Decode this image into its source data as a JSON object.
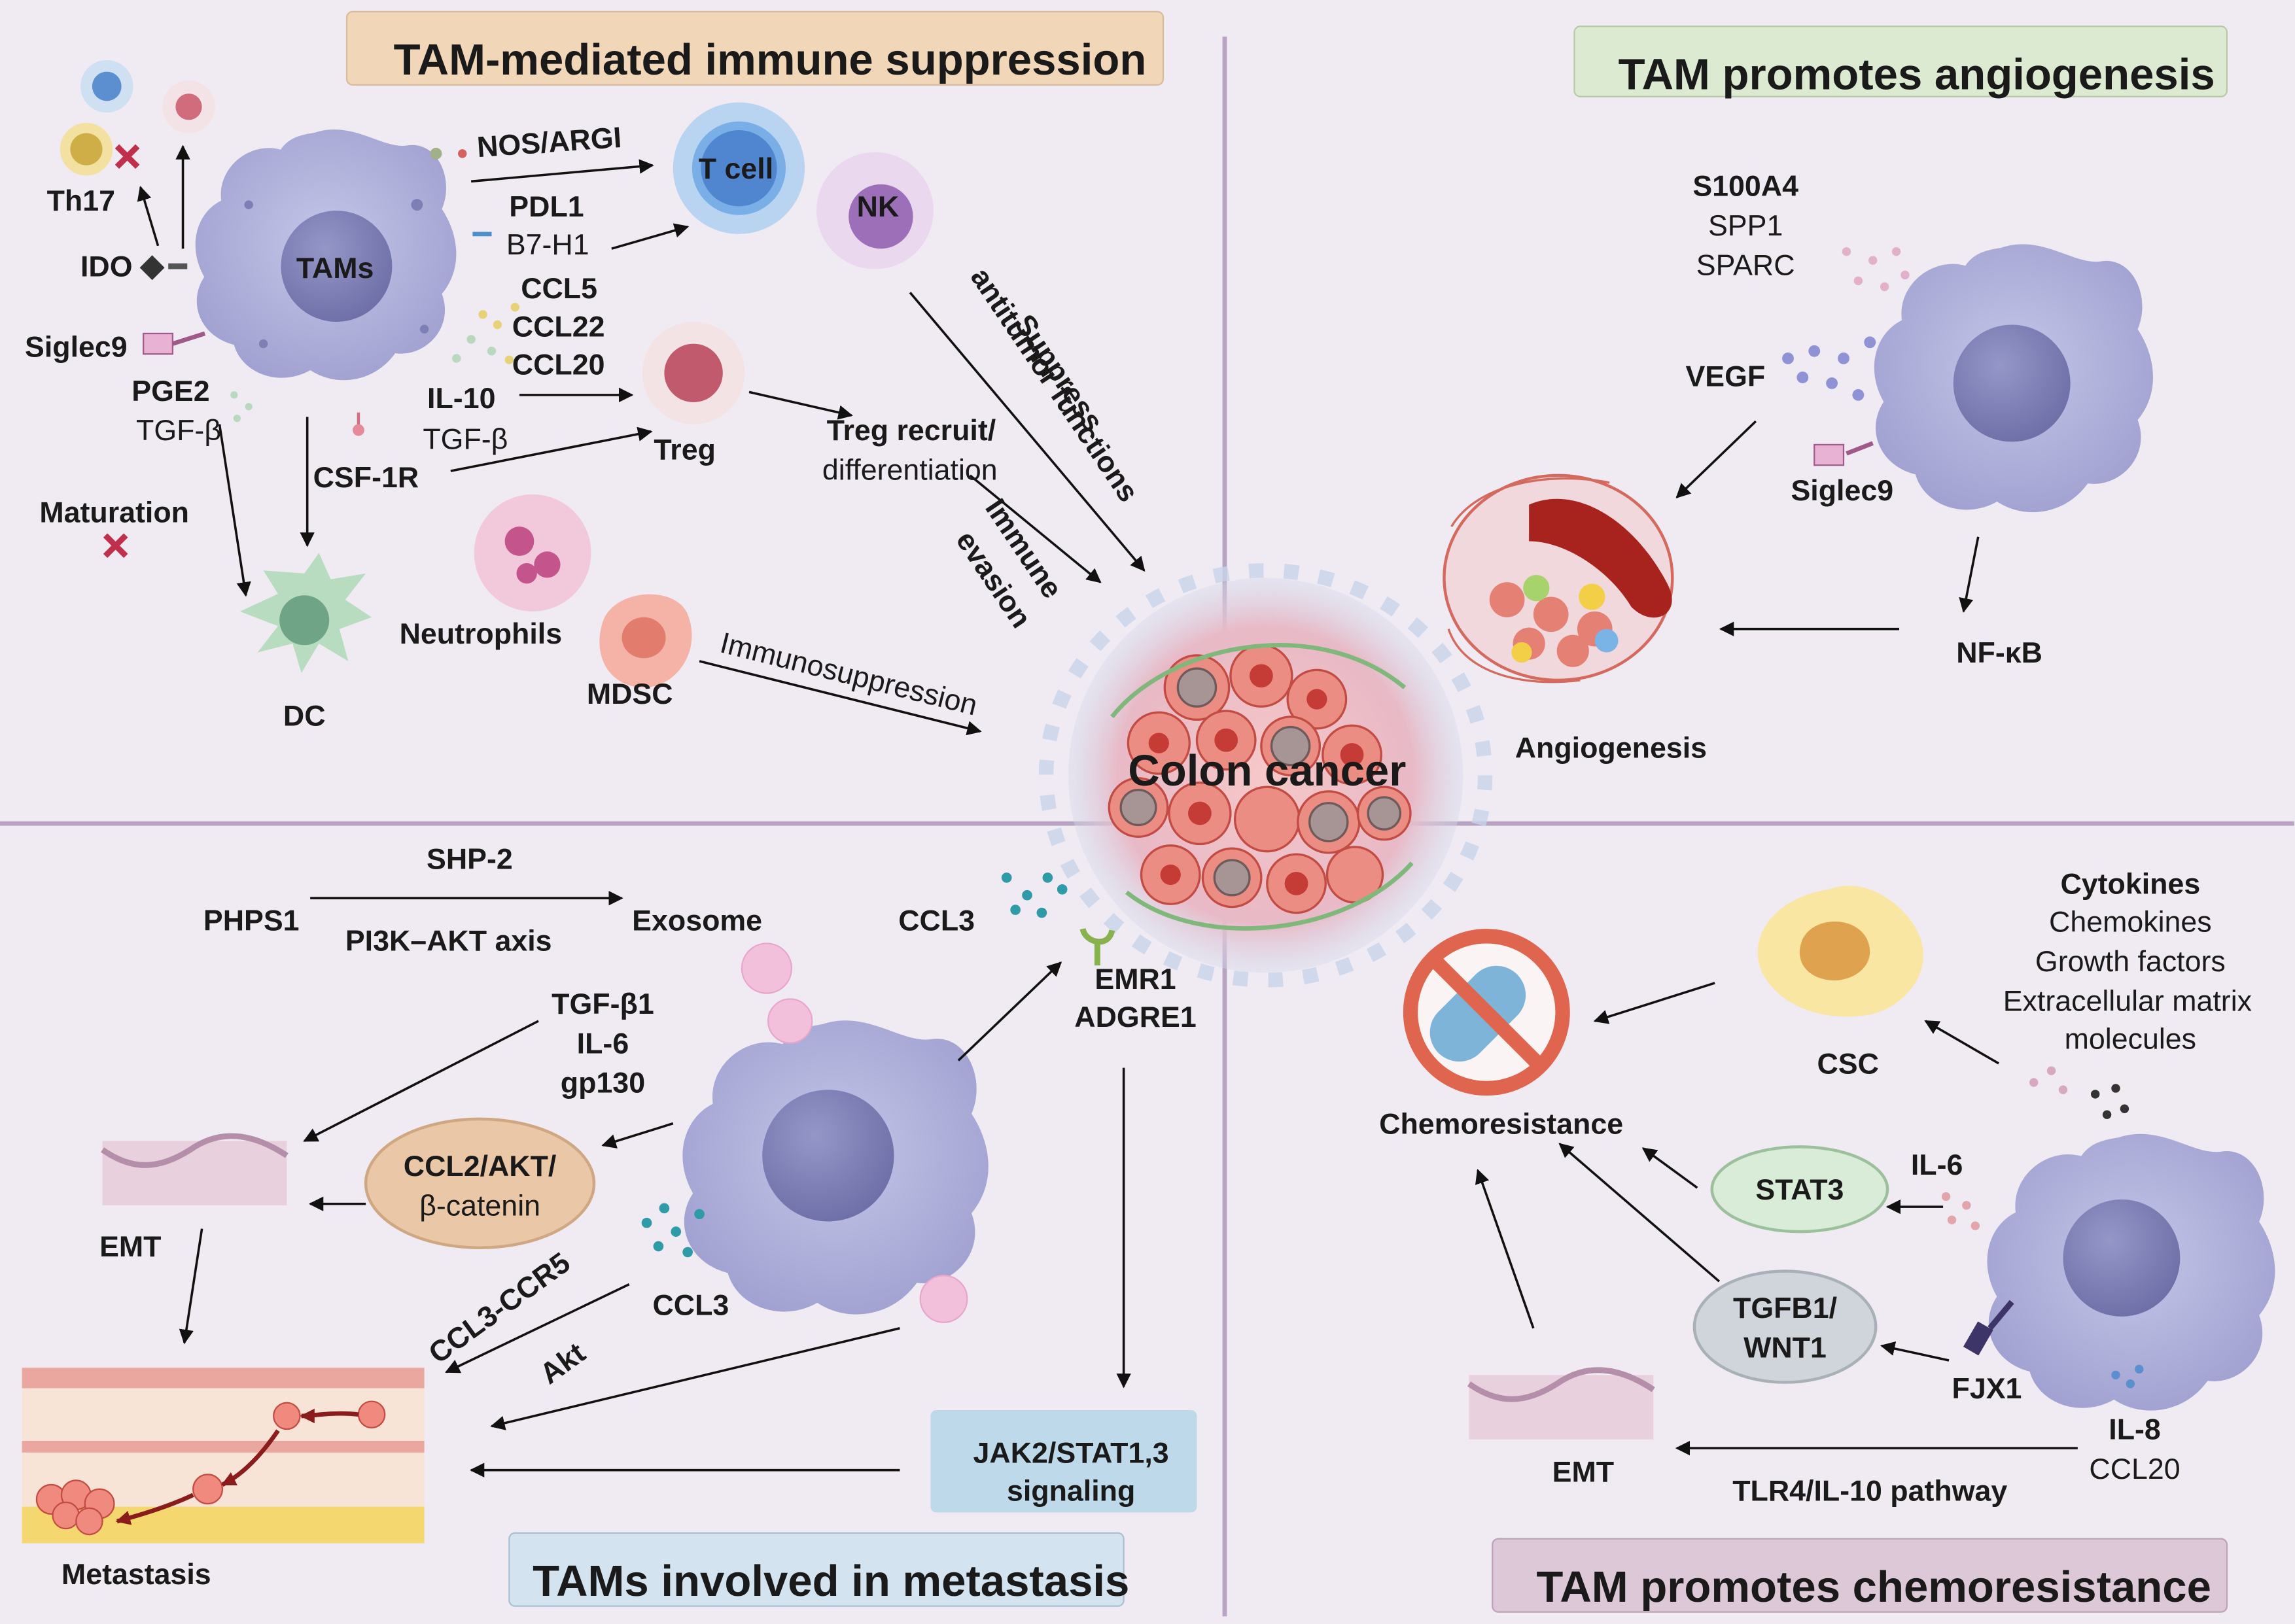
{
  "panels": {
    "immune": {
      "title": "TAM-mediated immune suppression",
      "tams": "TAMs",
      "th17": "Th17",
      "ido": "IDO",
      "siglec9": "Siglec9",
      "pge2": "PGE2",
      "tgfb_a": "TGF-β",
      "maturation": "Maturation",
      "csf1r": "CSF-1R",
      "dc": "DC",
      "nos": "NOS/ARGI",
      "pdl1": "PDL1",
      "b7h1": "B7-H1",
      "tcell": "T cell",
      "nk": "NK",
      "ccl5": "CCL5",
      "ccl22": "CCL22",
      "ccl20": "CCL20",
      "il10": "IL-10",
      "tgfb_b": "TGF-β",
      "treg": "Treg",
      "treg_recruit": "Treg recruit/",
      "differentiation": "differentiation",
      "suppress": "Suppress",
      "antitumor": "antitumor functions",
      "immune": "Immune",
      "evasion": "evasion",
      "neutrophils": "Neutrophils",
      "mdsc": "MDSC",
      "immunosuppression": "Immunosuppression"
    },
    "center": {
      "label": "Colon cancer"
    },
    "angio": {
      "title": "TAM promotes angiogenesis",
      "s100a4": "S100A4",
      "spp1": "SPP1",
      "sparc": "SPARC",
      "vegf": "VEGF",
      "siglec9": "Siglec9",
      "nfkb": "NF-κB",
      "angiogenesis": "Angiogenesis"
    },
    "metastasis": {
      "title": "TAMs involved in metastasis",
      "shp2": "SHP-2",
      "phps1": "PHPS1",
      "pi3k": "PI3K–AKT axis",
      "exosome": "Exosome",
      "ccl3_top": "CCL3",
      "emr1": "EMR1",
      "adgre1": "ADGRE1",
      "tgfb1": "TGF-β1",
      "il6": "IL-6",
      "gp130": "gp130",
      "ccl2_line1": "CCL2/AKT/",
      "ccl2_line2": "β-catenin",
      "emt": "EMT",
      "ccl3ccr5": "CCL3-CCR5",
      "akt": "Akt",
      "ccl3_bottom": "CCL3",
      "jak_line1": "JAK2/STAT1,3",
      "jak_line2": "signaling",
      "metastasis": "Metastasis"
    },
    "chemo": {
      "title": "TAM promotes chemoresistance",
      "cytokines": "Cytokines",
      "chemokines": "Chemokines",
      "growth": "Growth factors",
      "ecm1": "Extracellular matrix",
      "ecm2": "molecules",
      "csc": "CSC",
      "chemoresistance": "Chemoresistance",
      "il6": "IL-6",
      "stat3": "STAT3",
      "tgfb1_line1": "TGFB1/",
      "tgfb1_line2": "WNT1",
      "fjx1": "FJX1",
      "il8": "IL-8",
      "ccl20": "CCL20",
      "emt": "EMT",
      "tlr4": "TLR4/IL-10 pathway"
    }
  },
  "colors": {
    "background": "#f0ebf2",
    "title_immune": "#f1d6b8",
    "title_angio": "#dcead2",
    "title_metastasis": "#d3e3ef",
    "title_chemo": "#dcc8d6",
    "tam_cell": "#b4b5de",
    "tam_nucleus": "#7e7fb5",
    "divider": "#b8a3c2"
  },
  "icons": [
    "tam-cell-icon",
    "t-cell-icon",
    "nk-cell-icon",
    "treg-cell-icon",
    "dc-cell-icon",
    "neutrophil-icon",
    "mdsc-icon",
    "tumor-icon",
    "blood-vessel-icon",
    "no-drug-icon",
    "csc-icon",
    "epithelium-icon"
  ]
}
